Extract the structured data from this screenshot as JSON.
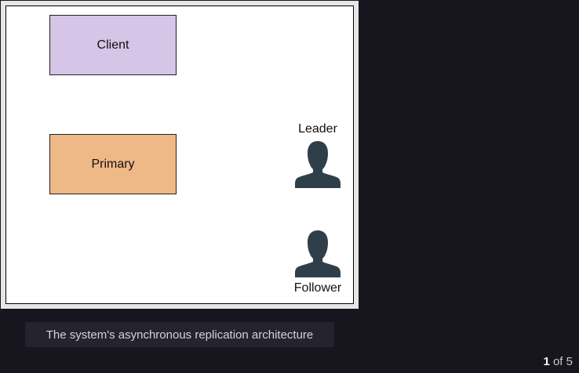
{
  "diagram": {
    "nodes": [
      {
        "id": "client",
        "label": "Client",
        "color": "#d5c5e6"
      },
      {
        "id": "primary",
        "label": "Primary",
        "color": "#efb887"
      }
    ],
    "actors": [
      {
        "id": "leader",
        "label": "Leader",
        "icon": "person-icon",
        "color": "#2f3f4a"
      },
      {
        "id": "follower",
        "label": "Follower",
        "icon": "person-icon",
        "color": "#2f3f4a"
      }
    ]
  },
  "caption": "The system's asynchronous replication architecture",
  "pager": {
    "current": "1",
    "separator": "of",
    "total": "5"
  }
}
